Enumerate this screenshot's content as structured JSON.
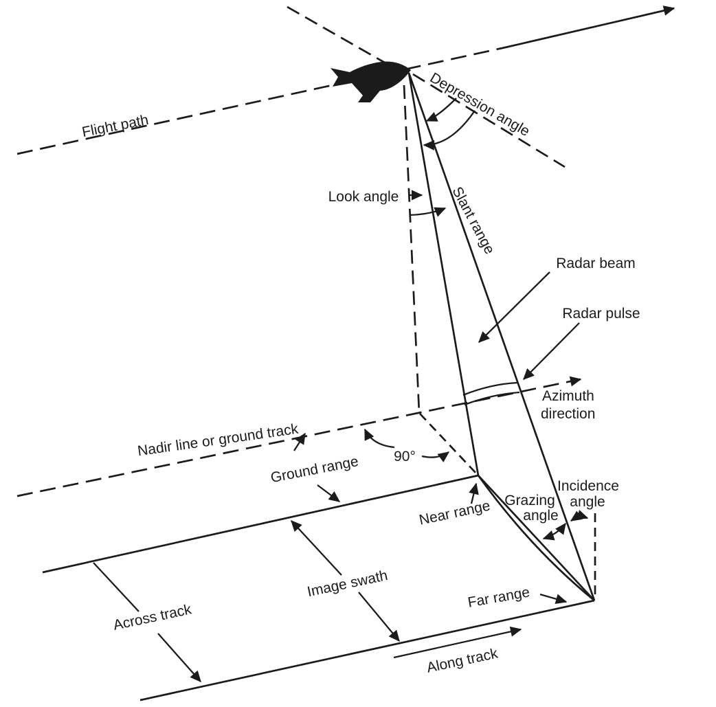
{
  "colors": {
    "ink": "#1b1b1b",
    "background": "#ffffff"
  },
  "labels": {
    "flight_path": "Flight path",
    "depression_angle": "Depression angle",
    "look_angle": "Look angle",
    "slant_range": "Slant range",
    "radar_beam": "Radar beam",
    "radar_pulse": "Radar pulse",
    "azimuth": {
      "line1": "Azimuth",
      "line2": "direction"
    },
    "nadir": "Nadir line or ground track",
    "ground_range": "Ground range",
    "right_angle": "90°",
    "near_range": "Near range",
    "grazing": {
      "line1": "Grazing",
      "line2": "angle"
    },
    "incidence": {
      "line1": "Incidence",
      "line2": "angle"
    },
    "image_swath": "Image swath",
    "across_track": "Across track",
    "far_range": "Far range",
    "along_track": "Along track"
  }
}
